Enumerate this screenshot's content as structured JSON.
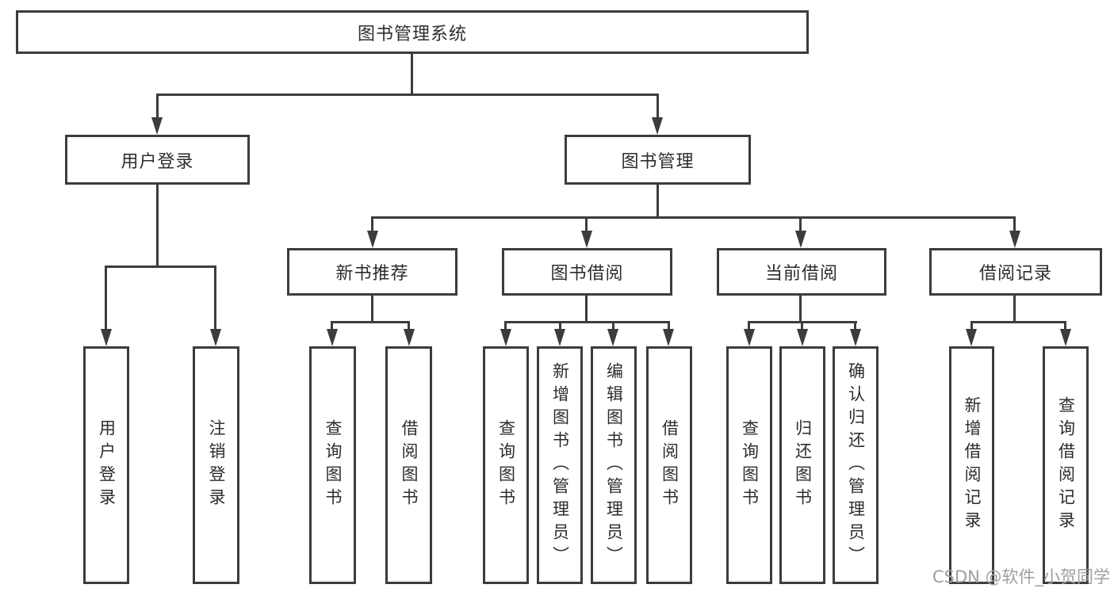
{
  "diagram": {
    "type": "hierarchy-diagram",
    "title": "图书管理系统",
    "colors": {
      "line": "#3c3c3c",
      "text": "#2d2d2d",
      "box_background": "#ffffff",
      "watermark": "#9e9e9e"
    },
    "watermark": {
      "text": "CSDN @软件_小贺同学"
    },
    "nodes": {
      "root": {
        "label": "图书管理系统"
      },
      "login": {
        "label": "用户登录"
      },
      "mgmt": {
        "label": "图书管理"
      },
      "rec": {
        "label": "新书推荐"
      },
      "borrow": {
        "label": "图书借阅"
      },
      "current": {
        "label": "当前借阅"
      },
      "history": {
        "label": "借阅记录"
      },
      "login_user": {
        "label": "用户登录"
      },
      "logout": {
        "label": "注销登录"
      },
      "rec_query": {
        "label": "查询图书"
      },
      "rec_borrow": {
        "label": "借阅图书"
      },
      "borrow_query": {
        "label": "查询图书"
      },
      "borrow_add": {
        "label": "新增图书（管理员）"
      },
      "borrow_edit": {
        "label": "编辑图书（管理员）"
      },
      "borrow_borrow": {
        "label": "借阅图书"
      },
      "current_query": {
        "label": "查询图书"
      },
      "current_return": {
        "label": "归还图书"
      },
      "current_confirm": {
        "label": "确认归还（管理员）"
      },
      "history_add": {
        "label": "新增借阅记录"
      },
      "history_query": {
        "label": "查询借阅记录"
      }
    },
    "hierarchy": {
      "root": [
        "login",
        "mgmt"
      ],
      "login": [
        "login_user",
        "logout"
      ],
      "mgmt": [
        "rec",
        "borrow",
        "current",
        "history"
      ],
      "rec": [
        "rec_query",
        "rec_borrow"
      ],
      "borrow": [
        "borrow_query",
        "borrow_add",
        "borrow_edit",
        "borrow_borrow"
      ],
      "current": [
        "current_query",
        "current_return",
        "current_confirm"
      ],
      "history": [
        "history_add",
        "history_query"
      ]
    }
  }
}
